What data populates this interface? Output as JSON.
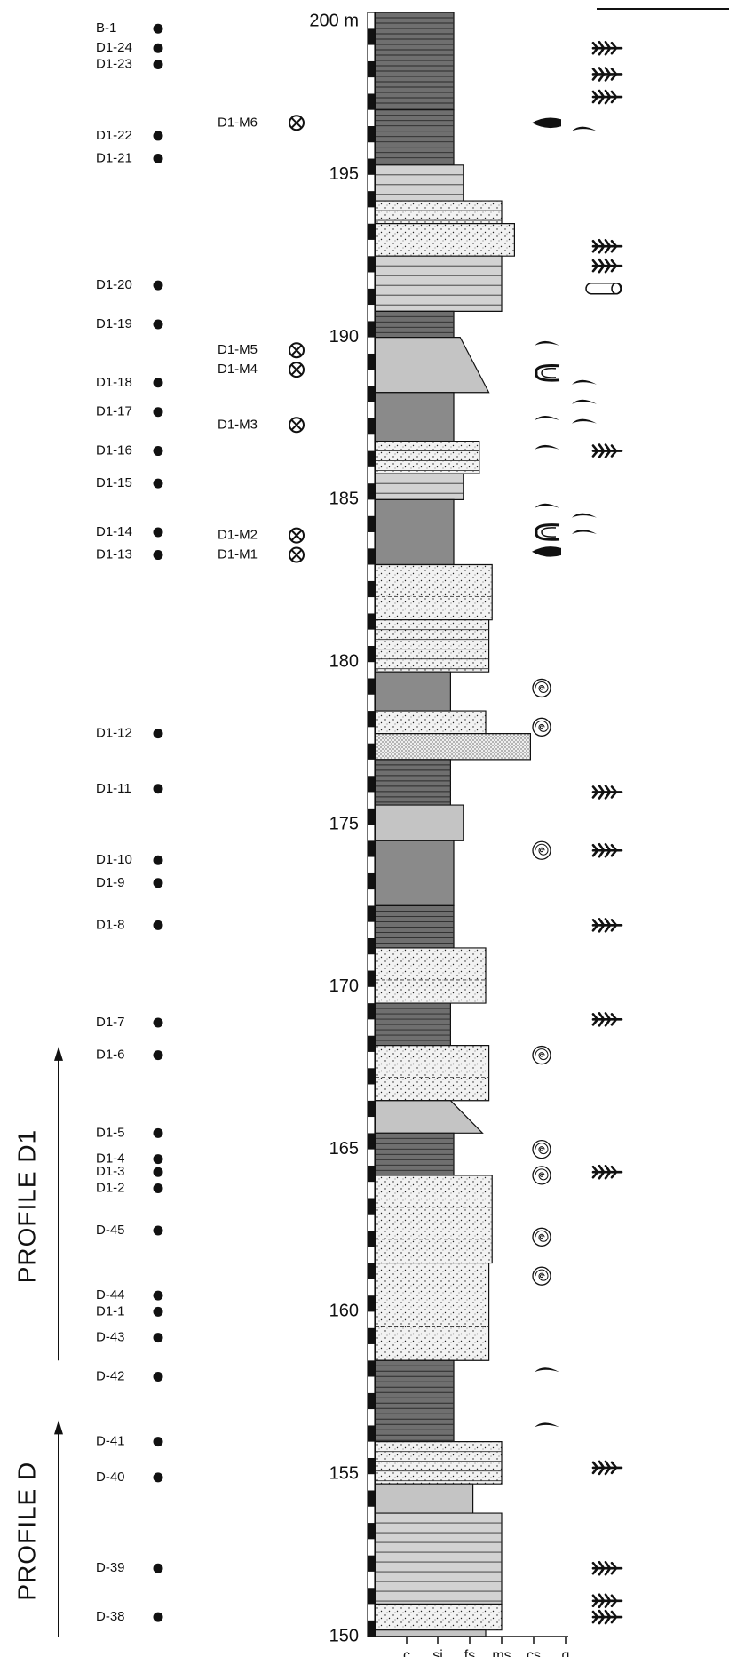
{
  "depth_axis": {
    "top_label": "200 m",
    "ticks": [
      "195",
      "190",
      "185",
      "180",
      "175",
      "170",
      "165",
      "160",
      "155",
      "150"
    ],
    "min": 150,
    "max": 200
  },
  "grain_axis": {
    "labels": [
      "c",
      "si",
      "fs",
      "ms",
      "cs",
      "g"
    ]
  },
  "profiles": [
    {
      "label": "PROFILE D1",
      "from": 158.5,
      "to": 168
    },
    {
      "label": "PROFILE D",
      "from": 150,
      "to": 156.5
    }
  ],
  "samples": [
    {
      "label": "B-1",
      "depth": 199.5
    },
    {
      "label": "D1-24",
      "depth": 198.9
    },
    {
      "label": "D1-23",
      "depth": 198.4
    },
    {
      "label": "D1-22",
      "depth": 196.2
    },
    {
      "label": "D1-21",
      "depth": 195.5
    },
    {
      "label": "D1-20",
      "depth": 191.6
    },
    {
      "label": "D1-19",
      "depth": 190.4
    },
    {
      "label": "D1-18",
      "depth": 188.6
    },
    {
      "label": "D1-17",
      "depth": 187.7
    },
    {
      "label": "D1-16",
      "depth": 186.5
    },
    {
      "label": "D1-15",
      "depth": 185.5
    },
    {
      "label": "D1-14",
      "depth": 184
    },
    {
      "label": "D1-13",
      "depth": 183.3
    },
    {
      "label": "D1-12",
      "depth": 177.8
    },
    {
      "label": "D1-11",
      "depth": 176.1
    },
    {
      "label": "D1-10",
      "depth": 173.9
    },
    {
      "label": "D1-9",
      "depth": 173.2
    },
    {
      "label": "D1-8",
      "depth": 171.9
    },
    {
      "label": "D1-7",
      "depth": 168.9
    },
    {
      "label": "D1-6",
      "depth": 167.9
    },
    {
      "label": "D1-5",
      "depth": 165.5
    },
    {
      "label": "D1-4",
      "depth": 164.7
    },
    {
      "label": "D1-3",
      "depth": 164.3
    },
    {
      "label": "D1-2",
      "depth": 163.8
    },
    {
      "label": "D-45",
      "depth": 162.5
    },
    {
      "label": "D-44",
      "depth": 160.5
    },
    {
      "label": "D1-1",
      "depth": 160
    },
    {
      "label": "D-43",
      "depth": 159.2
    },
    {
      "label": "D-42",
      "depth": 158
    },
    {
      "label": "D-41",
      "depth": 156
    },
    {
      "label": "D-40",
      "depth": 154.9
    },
    {
      "label": "D-39",
      "depth": 152.1
    },
    {
      "label": "D-38",
      "depth": 150.6
    }
  ],
  "macro_samples": [
    {
      "label": "D1-M6",
      "depth": 196.6
    },
    {
      "label": "D1-M5",
      "depth": 189.6
    },
    {
      "label": "D1-M4",
      "depth": 189
    },
    {
      "label": "D1-M3",
      "depth": 187.3
    },
    {
      "label": "D1-M2",
      "depth": 183.9
    },
    {
      "label": "D1-M1",
      "depth": 183.3
    }
  ],
  "beds": [
    {
      "from": 197,
      "to": 200,
      "grain": 1.5,
      "type": "shale"
    },
    {
      "from": 195.3,
      "to": 197,
      "grain": 1.5,
      "type": "shale"
    },
    {
      "from": 194.2,
      "to": 195.3,
      "grain": 1.8,
      "type": "silt-lam"
    },
    {
      "from": 193.5,
      "to": 194.2,
      "grain": 3,
      "type": "sand-lam"
    },
    {
      "from": 192.5,
      "to": 193.5,
      "grain": 3.4,
      "type": "sand"
    },
    {
      "from": 190.8,
      "to": 192.5,
      "grain": 3,
      "type": "silt-lam"
    },
    {
      "from": 190,
      "to": 190.8,
      "grain": 1.5,
      "type": "shale"
    },
    {
      "from": 188.3,
      "to": 190,
      "grain": 2.6,
      "type": "silt",
      "top_grain": 1.7
    },
    {
      "from": 186.8,
      "to": 188.3,
      "grain": 1.5,
      "type": "mud"
    },
    {
      "from": 185.8,
      "to": 186.8,
      "grain": 2.3,
      "type": "sand-lam"
    },
    {
      "from": 185,
      "to": 185.8,
      "grain": 1.8,
      "type": "silt-lam"
    },
    {
      "from": 183,
      "to": 185,
      "grain": 1.5,
      "type": "mud"
    },
    {
      "from": 181.3,
      "to": 183,
      "grain": 2.7,
      "type": "sand"
    },
    {
      "from": 179.7,
      "to": 181.3,
      "grain": 2.6,
      "type": "sand-lam"
    },
    {
      "from": 178.5,
      "to": 179.7,
      "grain": 1.4,
      "type": "mud"
    },
    {
      "from": 177.8,
      "to": 178.5,
      "grain": 2.5,
      "type": "sand"
    },
    {
      "from": 177,
      "to": 177.8,
      "grain": 3.9,
      "type": "sand-dense"
    },
    {
      "from": 175.6,
      "to": 177,
      "grain": 1.4,
      "type": "shale"
    },
    {
      "from": 174.5,
      "to": 175.6,
      "grain": 1.8,
      "type": "silt"
    },
    {
      "from": 172.5,
      "to": 174.5,
      "grain": 1.5,
      "type": "mud"
    },
    {
      "from": 171.2,
      "to": 172.5,
      "grain": 1.5,
      "type": "shale"
    },
    {
      "from": 169.5,
      "to": 171.2,
      "grain": 2.5,
      "type": "sand"
    },
    {
      "from": 168.2,
      "to": 169.5,
      "grain": 1.4,
      "type": "shale"
    },
    {
      "from": 166.5,
      "to": 168.2,
      "grain": 2.6,
      "type": "sand"
    },
    {
      "from": 165.5,
      "to": 166.5,
      "grain": 2.4,
      "type": "silt",
      "top_grain": 1.4
    },
    {
      "from": 164.2,
      "to": 165.5,
      "grain": 1.5,
      "type": "shale"
    },
    {
      "from": 161.5,
      "to": 164.2,
      "grain": 2.7,
      "type": "sand"
    },
    {
      "from": 158.5,
      "to": 161.5,
      "grain": 2.6,
      "type": "sand"
    },
    {
      "from": 156,
      "to": 158.5,
      "grain": 1.5,
      "type": "shale"
    },
    {
      "from": 154.7,
      "to": 156,
      "grain": 3,
      "type": "sand-lam"
    },
    {
      "from": 153.8,
      "to": 154.7,
      "grain": 2.1,
      "type": "silt"
    },
    {
      "from": 151,
      "to": 153.8,
      "grain": 3,
      "type": "silt-lam"
    },
    {
      "from": 150.2,
      "to": 151,
      "grain": 3,
      "type": "sand"
    },
    {
      "from": 150,
      "to": 150.2,
      "grain": 2.5,
      "type": "silt"
    }
  ],
  "fossils": [
    {
      "kind": "plant",
      "depth": 198.9
    },
    {
      "kind": "plant",
      "depth": 198.1
    },
    {
      "kind": "plant",
      "depth": 197.4
    },
    {
      "kind": "plant",
      "depth": 192.8
    },
    {
      "kind": "plant",
      "depth": 192.2
    },
    {
      "kind": "plant",
      "depth": 186.5
    },
    {
      "kind": "plant",
      "depth": 176
    },
    {
      "kind": "plant",
      "depth": 174.2
    },
    {
      "kind": "plant",
      "depth": 171.9
    },
    {
      "kind": "plant",
      "depth": 169
    },
    {
      "kind": "plant",
      "depth": 164.3
    },
    {
      "kind": "plant",
      "depth": 155.2
    },
    {
      "kind": "plant",
      "depth": 152.1
    },
    {
      "kind": "plant",
      "depth": 151.1
    },
    {
      "kind": "plant",
      "depth": 150.6
    },
    {
      "kind": "log",
      "depth": 191.5
    },
    {
      "kind": "cone-shell",
      "depth": 196.6
    },
    {
      "kind": "cone-shell",
      "depth": 183.4
    },
    {
      "kind": "bivalve-open",
      "depth": 196.4,
      "col": "g"
    },
    {
      "kind": "bivalve-open",
      "depth": 189.8,
      "col": "cs"
    },
    {
      "kind": "bivalve-closed",
      "depth": 188.9,
      "col": "cs"
    },
    {
      "kind": "bivalve-open",
      "depth": 188.6,
      "col": "g"
    },
    {
      "kind": "bivalve-open",
      "depth": 188,
      "col": "g"
    },
    {
      "kind": "bivalve-open",
      "depth": 187.5,
      "col": "cs"
    },
    {
      "kind": "bivalve-open",
      "depth": 187.4,
      "col": "g"
    },
    {
      "kind": "bivalve-open",
      "depth": 186.6,
      "col": "cs"
    },
    {
      "kind": "bivalve-open",
      "depth": 184.8,
      "col": "cs"
    },
    {
      "kind": "bivalve-open",
      "depth": 184.5,
      "col": "g"
    },
    {
      "kind": "bivalve-closed",
      "depth": 184,
      "col": "cs"
    },
    {
      "kind": "bivalve-open",
      "depth": 184,
      "col": "g"
    },
    {
      "kind": "bivalve-open",
      "depth": 158.2,
      "col": "cs"
    },
    {
      "kind": "bivalve-open",
      "depth": 156.5,
      "col": "cs"
    },
    {
      "kind": "ammonite",
      "depth": 179.2
    },
    {
      "kind": "ammonite",
      "depth": 178
    },
    {
      "kind": "ammonite",
      "depth": 174.2
    },
    {
      "kind": "ammonite",
      "depth": 167.9
    },
    {
      "kind": "ammonite",
      "depth": 165
    },
    {
      "kind": "ammonite",
      "depth": 164.2
    },
    {
      "kind": "ammonite",
      "depth": 162.3
    },
    {
      "kind": "ammonite",
      "depth": 161.1
    }
  ],
  "colors": {
    "shale": "#6f6f6f",
    "mud": "#8a8a8a",
    "silt": "#c4c4c4",
    "sand": "#f2f2f2",
    "ink": "#111111"
  }
}
